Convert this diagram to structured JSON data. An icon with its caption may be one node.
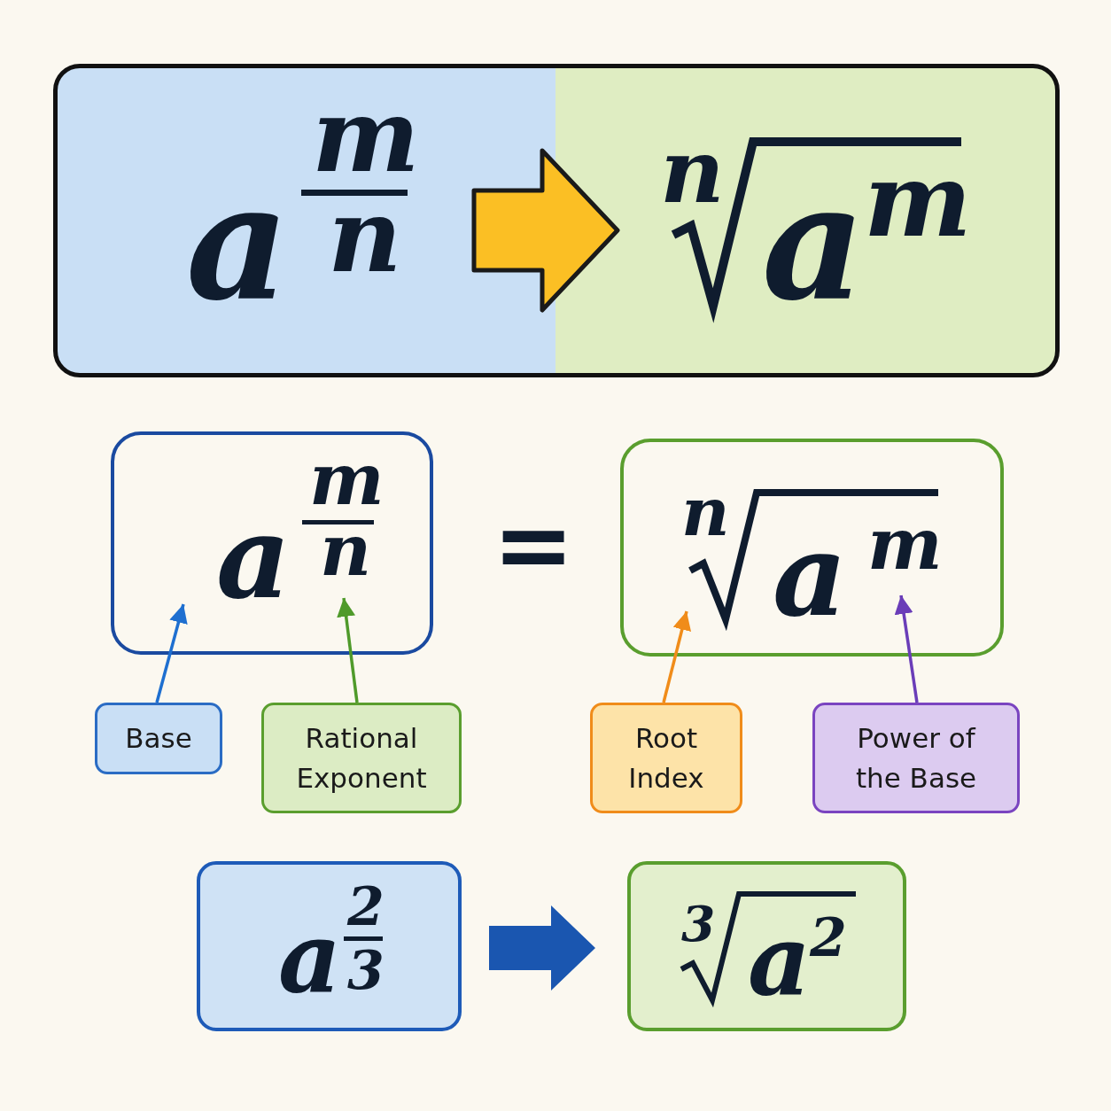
{
  "diagram": {
    "nodes": [
      {
        "text": [
          "a",
          "m",
          "n"
        ]
      },
      {
        "text": [
          "n",
          "a",
          "m"
        ]
      },
      {
        "text": [
          "a",
          "m",
          "n"
        ]
      },
      {
        "text": [
          "n",
          "a",
          "m"
        ]
      },
      {
        "text": [
          "Base"
        ]
      },
      {
        "text": [
          "Rational Exponent"
        ]
      },
      {
        "text": [
          "Root Index"
        ]
      },
      {
        "text": [
          "Power of the Base"
        ]
      },
      {
        "text": [
          "a",
          "2",
          "3"
        ]
      },
      {
        "text": [
          "3",
          "a",
          "2"
        ]
      }
    ],
    "edges": [
      {
        "from": 0,
        "to": 1,
        "arrow": "to",
        "style": "thick",
        "color": "#fbbf24"
      },
      {
        "from": 4,
        "to": 2,
        "arrow": "to",
        "color": "#1e6fd0"
      },
      {
        "from": 5,
        "to": 2,
        "arrow": "to",
        "color": "#4f9a2a"
      },
      {
        "from": 6,
        "to": 3,
        "arrow": "to",
        "color": "#f08c1a"
      },
      {
        "from": 7,
        "to": 3,
        "arrow": "to",
        "color": "#6a3db8"
      },
      {
        "from": 8,
        "to": 9,
        "arrow": "to",
        "style": "thick",
        "color": "#1a56b0"
      }
    ],
    "labels": [
      "="
    ]
  }
}
